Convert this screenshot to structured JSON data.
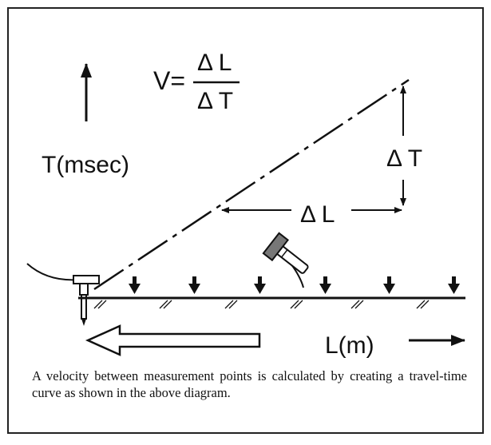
{
  "formula": {
    "lhs": "V=",
    "numerator": "Δ L",
    "denominator": "Δ T"
  },
  "axis_labels": {
    "time": "T(msec)",
    "distance": "L(m)"
  },
  "intervals": {
    "delta_t": "Δ T",
    "delta_l": "Δ L"
  },
  "caption": "A velocity between measurement points is calculated by creating a travel-time curve as shown in the above diagram.",
  "colors": {
    "ink": "#111111",
    "frame": "#222222",
    "background": "#ffffff"
  },
  "icons": [
    "up-arrow-icon",
    "right-arrow-icon",
    "left-hollow-arrow-icon",
    "hammer-icon",
    "geophone-icon",
    "impact-arrow-icon"
  ]
}
